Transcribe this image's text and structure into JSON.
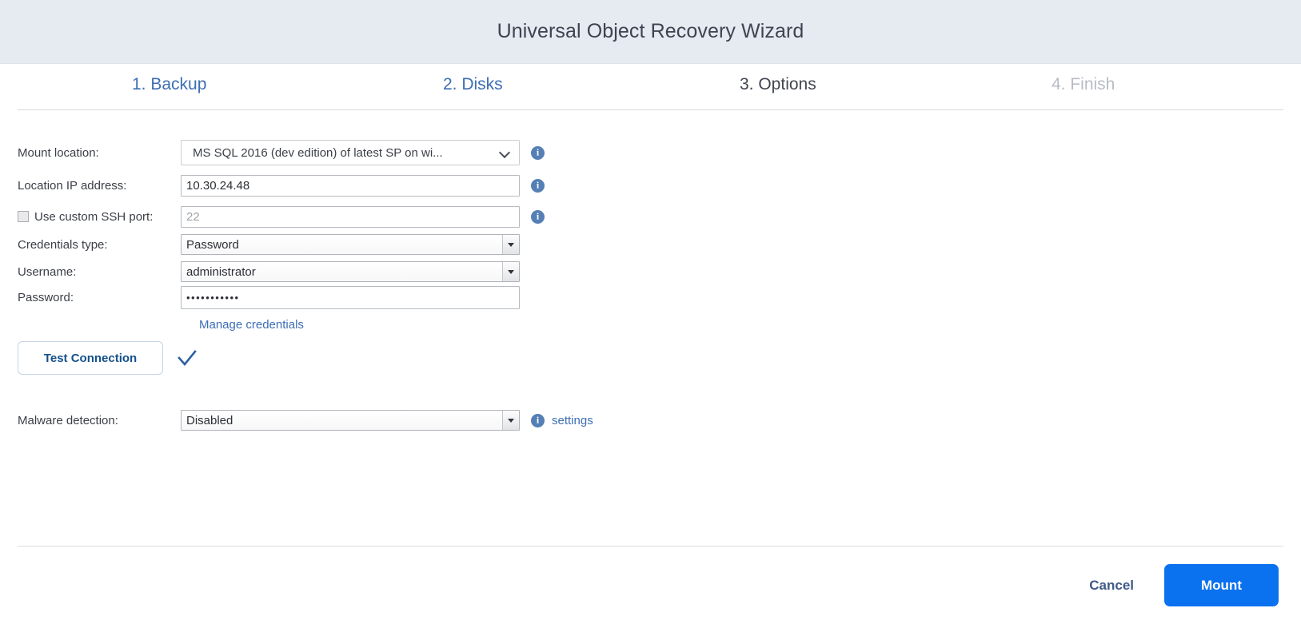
{
  "header": {
    "title": "Universal Object Recovery Wizard"
  },
  "steps": [
    {
      "label": "1. Backup",
      "state": "done"
    },
    {
      "label": "2. Disks",
      "state": "done"
    },
    {
      "label": "3. Options",
      "state": "current"
    },
    {
      "label": "4. Finish",
      "state": "upcoming"
    }
  ],
  "form": {
    "mount_location": {
      "label": "Mount location:",
      "value": "MS SQL 2016 (dev edition) of latest SP on wi..."
    },
    "location_ip": {
      "label": "Location IP address:",
      "value": "10.30.24.48"
    },
    "ssh_port": {
      "label": "Use custom SSH port:",
      "checked": false,
      "placeholder": "22",
      "value": "22"
    },
    "credentials_type": {
      "label": "Credentials type:",
      "value": "Password"
    },
    "username": {
      "label": "Username:",
      "value": "administrator"
    },
    "password": {
      "label": "Password:",
      "value": "•••••••••••"
    },
    "manage_credentials_link": "Manage credentials",
    "test_connection": {
      "label": "Test Connection",
      "status": "success"
    },
    "malware_detection": {
      "label": "Malware detection:",
      "value": "Disabled",
      "settings_link": "settings"
    }
  },
  "footer": {
    "cancel_label": "Cancel",
    "mount_label": "Mount"
  },
  "colors": {
    "header_bg": "#e6eaf1",
    "link_blue": "#3c6eb4",
    "primary_blue": "#0b72ef",
    "info_blue": "#5580b5",
    "current_step": "#41464f",
    "upcoming_step": "#b8bcc4"
  },
  "icons": {
    "info": "i",
    "chevron_down": "▾",
    "check": "✓"
  }
}
